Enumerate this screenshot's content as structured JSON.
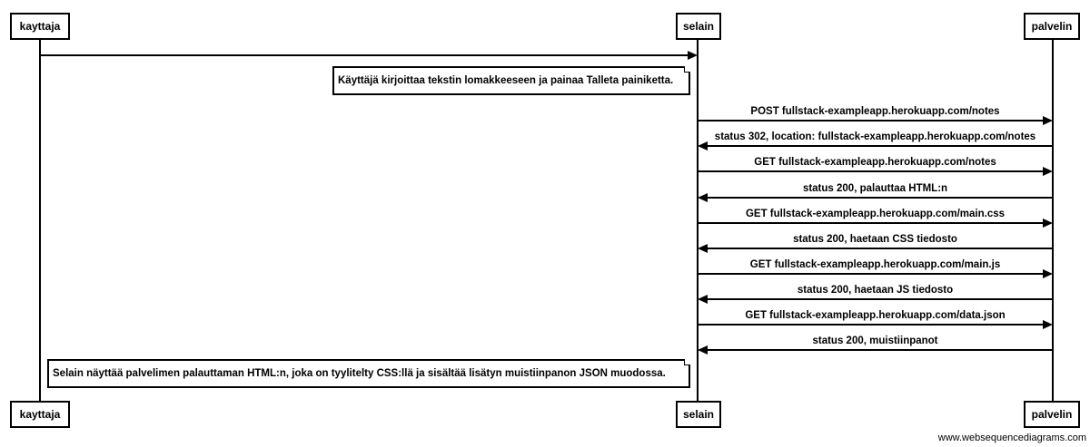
{
  "actors": [
    {
      "id": "kayttaja",
      "label": "kayttaja"
    },
    {
      "id": "selain",
      "label": "selain"
    },
    {
      "id": "palvelin",
      "label": "palvelin"
    }
  ],
  "notes": {
    "first": "Käyttäjä kirjoittaa tekstin lomakkeeseen ja painaa Talleta painiketta.",
    "last": "Selain näyttää palvelimen palauttaman HTML:n, joka on tyylitelty CSS:llä ja sisältää lisätyn muistiinpanon JSON muodossa."
  },
  "messages": [
    {
      "from": "kayttaja",
      "to": "selain",
      "label": ""
    },
    {
      "from": "selain",
      "to": "palvelin",
      "label": "POST fullstack-exampleapp.herokuapp.com/notes"
    },
    {
      "from": "palvelin",
      "to": "selain",
      "label": "status 302, location: fullstack-exampleapp.herokuapp.com/notes"
    },
    {
      "from": "selain",
      "to": "palvelin",
      "label": "GET fullstack-exampleapp.herokuapp.com/notes"
    },
    {
      "from": "palvelin",
      "to": "selain",
      "label": "status 200, palauttaa HTML:n"
    },
    {
      "from": "selain",
      "to": "palvelin",
      "label": "GET fullstack-exampleapp.herokuapp.com/main.css"
    },
    {
      "from": "palvelin",
      "to": "selain",
      "label": "status 200, haetaan CSS tiedosto"
    },
    {
      "from": "selain",
      "to": "palvelin",
      "label": "GET fullstack-exampleapp.herokuapp.com/main.js"
    },
    {
      "from": "palvelin",
      "to": "selain",
      "label": "status 200, haetaan JS tiedosto"
    },
    {
      "from": "selain",
      "to": "palvelin",
      "label": "GET fullstack-exampleapp.herokuapp.com/data.json"
    },
    {
      "from": "palvelin",
      "to": "selain",
      "label": "status 200, muistiinpanot"
    }
  ],
  "watermark": "www.websequencediagrams.com"
}
